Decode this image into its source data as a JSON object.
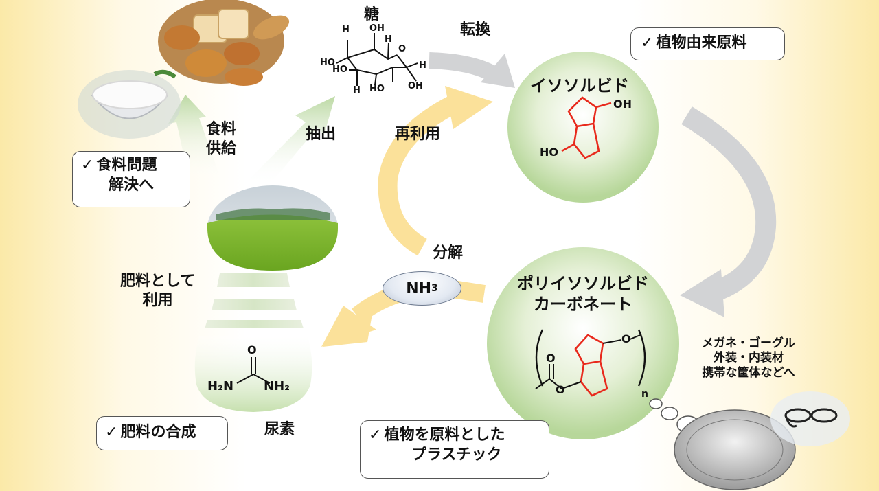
{
  "labels": {
    "sugar": "糖",
    "conversion": "転換",
    "food_supply_1": "食料",
    "food_supply_2": "供給",
    "extraction": "抽出",
    "reuse": "再利用",
    "decomposition": "分解",
    "fertilizer_use_1": "肥料として",
    "fertilizer_use_2": "利用",
    "urea": "尿素",
    "isosorbide": "イソソルビド",
    "poly_1": "ポリイソソルビド",
    "poly_2": "カーボネート",
    "applications_1": "メガネ・ゴーグル",
    "applications_2": "外装・内装材",
    "applications_3": "携帯な筐体などへ"
  },
  "ammonia": {
    "main": "NH",
    "sub": "3"
  },
  "checkboxes": {
    "plant_material": "植物由来原料",
    "food_problem_1": "食料問題",
    "food_problem_2": "解決へ",
    "fertilizer_synthesis": "肥料の合成",
    "plant_plastic_1": "植物を原料とした",
    "plant_plastic_2": "プラスチック"
  },
  "check_mark": "✓",
  "chem": {
    "OH": "OH",
    "HO": "HO",
    "H": "H",
    "O": "O",
    "n": "n",
    "H2N": "H₂N",
    "NH2": "NH₂"
  },
  "colors": {
    "arrow_yellow": "#fbe19a",
    "arrow_gray": "#d2d3d5",
    "bubble_green": "#cde4b4",
    "bond_red": "#e8291c",
    "bg_yellow": "#fbe9a8"
  }
}
